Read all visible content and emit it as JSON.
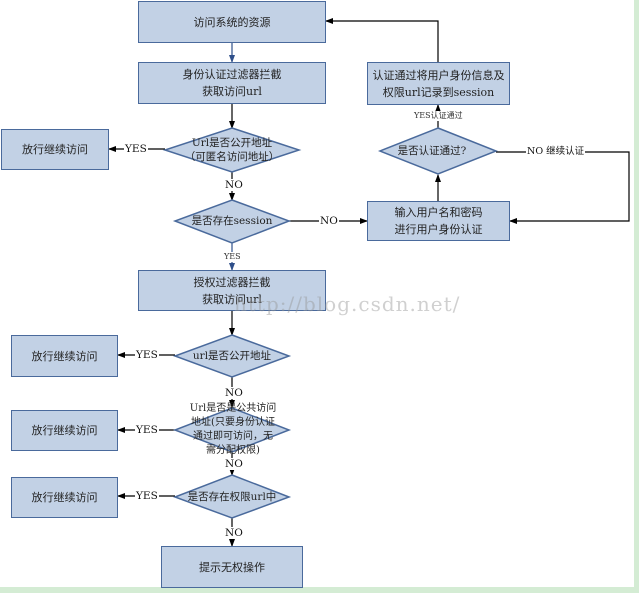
{
  "diagram": {
    "title": "URL access control flowchart",
    "colors": {
      "box_fill": "#c2d1e5",
      "box_border": "#4a6a9c",
      "line": "#000000",
      "frame": "#d4ecd4"
    },
    "nodes": {
      "access_resource": "访问系统的资源",
      "auth_filter": "身份认证过滤器拦截\n获取访问url",
      "is_public_url": "Url是否公开地址\n（可匿名访问地址）",
      "allow_1": "放行继续访问",
      "has_session": "是否存在session",
      "login": "输入用户名和密码\n进行用户身份认证",
      "is_auth_passed": "是否认证通过?",
      "save_session": "认证通过将用户身份信息及\n权限url记录到session",
      "perm_filter": "授权过滤器拦截\n获取访问url",
      "is_public_2": "url是否公开地址",
      "allow_2": "放行继续访问",
      "is_common_url": "Url是否是公共访问\n地址(只要身份认证\n通过即可访问，无\n需分配权限)",
      "allow_3": "放行继续访问",
      "in_perm_urls": "是否存在权限url中",
      "allow_4": "放行继续访问",
      "no_permission": "提示无权操作"
    },
    "edge_labels": {
      "yes": "YES",
      "no": "NO",
      "yes_auth_passed": "YES认证通过",
      "no_continue_auth": "NO  继续认证"
    },
    "watermark": "http://blog.csdn.net/"
  }
}
